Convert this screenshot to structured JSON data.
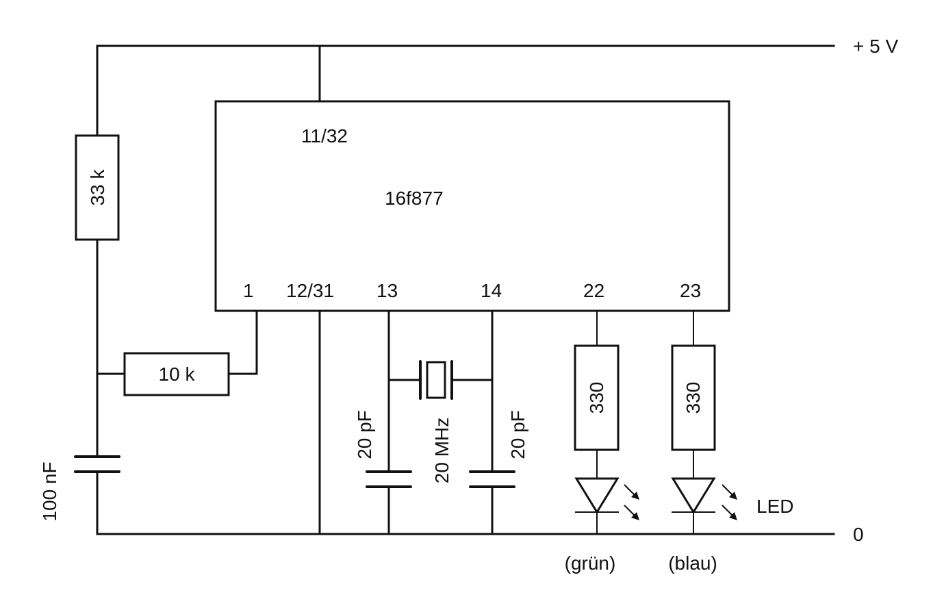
{
  "schematic": {
    "rails": {
      "supply": "+ 5 V",
      "ground": "0"
    },
    "mcu": {
      "name": "16f877",
      "vdd_pins": "11/32"
    },
    "pins": {
      "mclr": "1",
      "vss": "12/31",
      "osc1": "13",
      "osc2": "14",
      "rd3": "22",
      "rd4": "23"
    },
    "resistors": {
      "pullup": "33 k",
      "series": "10 k",
      "led_green": "330",
      "led_blue": "330"
    },
    "capacitors": {
      "reset_cap": "100 nF",
      "osc_left": "20 pF",
      "osc_right": "20 pF"
    },
    "crystal": {
      "freq": "20 MHz"
    },
    "leds": {
      "label": "LED",
      "green": "(grün)",
      "blue": "(blau)"
    }
  }
}
